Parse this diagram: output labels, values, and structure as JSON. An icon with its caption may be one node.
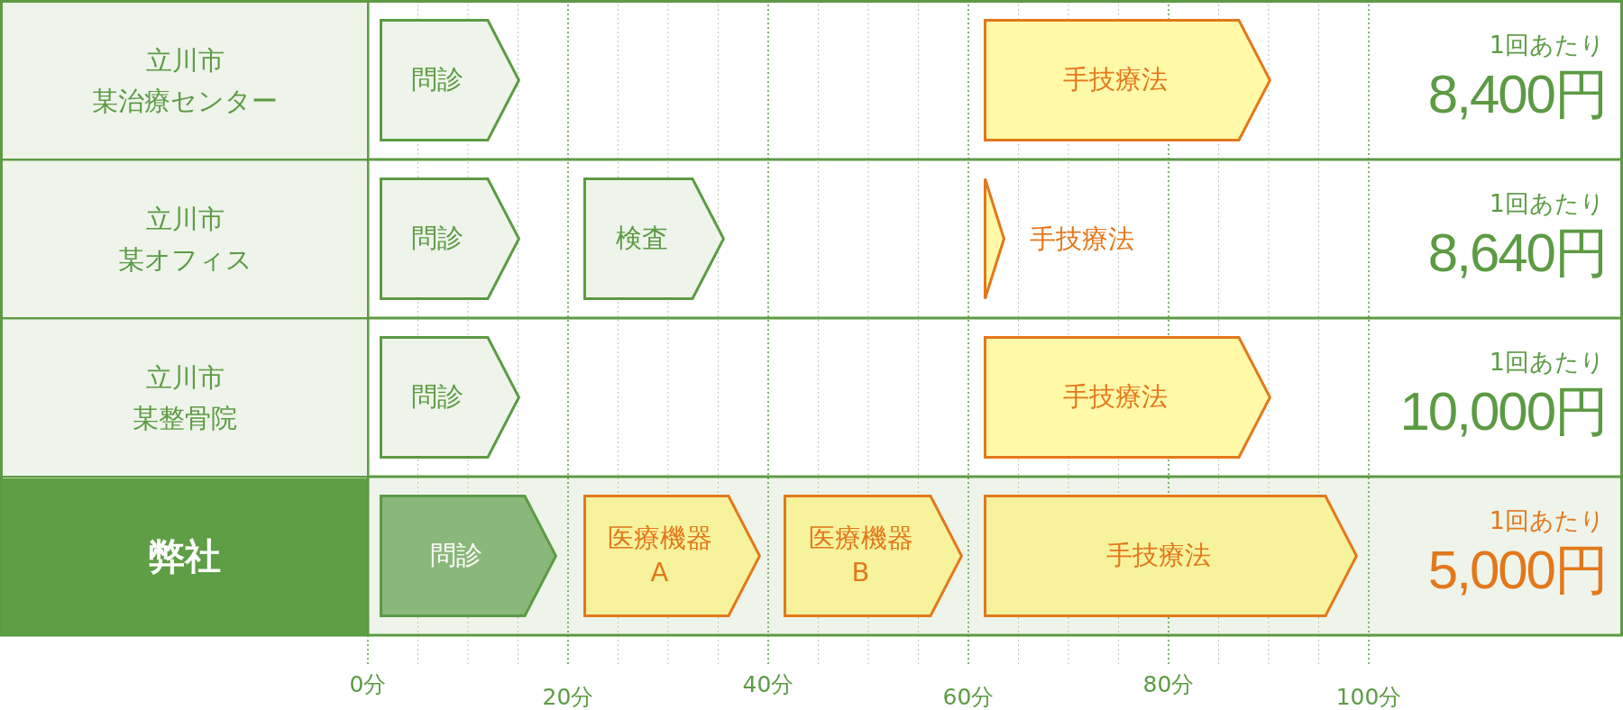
{
  "diagram": {
    "nodes": [
      {
        "text": [
          "立川市",
          "某治療センター"
        ]
      },
      {
        "text": [
          "問診"
        ]
      },
      {
        "text": [
          "手技療法"
        ]
      },
      {
        "text": [
          "立川市",
          "某オフィス"
        ]
      },
      {
        "text": [
          "問診"
        ]
      },
      {
        "text": [
          "検査"
        ]
      },
      {
        "text": [],
        "shape": "triangle",
        "beside": [
          "手技療法"
        ]
      },
      {
        "text": [
          "立川市",
          "某整骨院"
        ]
      },
      {
        "text": [
          "問診"
        ]
      },
      {
        "text": [
          "手技療法"
        ]
      },
      {
        "text": [
          "弊社"
        ]
      },
      {
        "text": [
          "問診"
        ]
      },
      {
        "text": [
          "医療機器 A"
        ]
      },
      {
        "text": [
          "医療機器 B"
        ]
      },
      {
        "text": [
          "手技療法"
        ]
      }
    ],
    "labels": [
      "1回あたり",
      "8,400円",
      "1回あたり",
      "8,640円",
      "1回あたり",
      "10,000円",
      "1回あたり",
      "5,000円",
      "0分",
      "20分",
      "40分",
      "60分",
      "80分",
      "100分"
    ]
  }
}
